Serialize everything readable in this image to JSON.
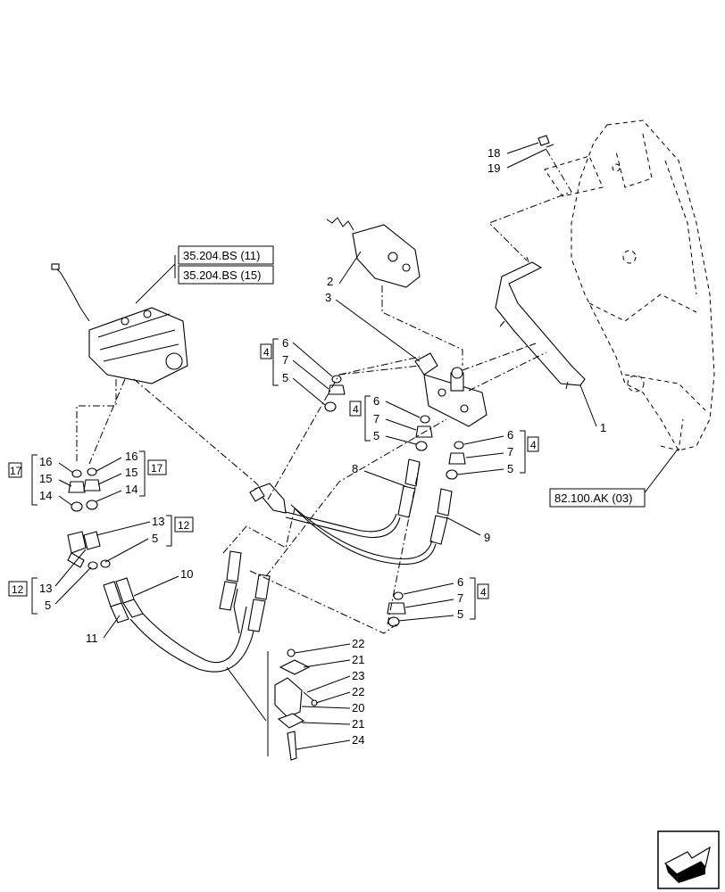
{
  "callouts": {
    "c1": "1",
    "c2": "2",
    "c3": "3",
    "c18": "18",
    "c19": "19",
    "g1_6": "6",
    "g1_7": "7",
    "g1_5": "5",
    "g1_box": "4",
    "g2_6": "6",
    "g2_7": "7",
    "g2_5": "5",
    "g2_box": "4",
    "g3_6": "6",
    "g3_7": "7",
    "g3_5": "5",
    "g3_box": "4",
    "g4_6": "6",
    "g4_7": "7",
    "g4_5": "5",
    "g4_box": "4",
    "c8": "8",
    "c9": "9",
    "c10": "10",
    "c11": "11",
    "gl_16": "16",
    "gl_15": "15",
    "gl_14": "14",
    "gl_box": "17",
    "gr_16": "16",
    "gr_15": "15",
    "gr_14": "14",
    "gr_box": "17",
    "g12a_13": "13",
    "g12a_5": "5",
    "g12a_box": "12",
    "g12b_13": "13",
    "g12b_5": "5",
    "g12b_box": "12",
    "c22a": "22",
    "c21a": "21",
    "c23": "23",
    "c22b": "22",
    "c20": "20",
    "c21b": "21",
    "c24": "24"
  },
  "references": {
    "ref1": "35.204.BS (11)",
    "ref2": "35.204.BS (15)",
    "ref3": "82.100.AK (03)"
  },
  "icons": {
    "nav": "next-page-arrow-icon"
  }
}
